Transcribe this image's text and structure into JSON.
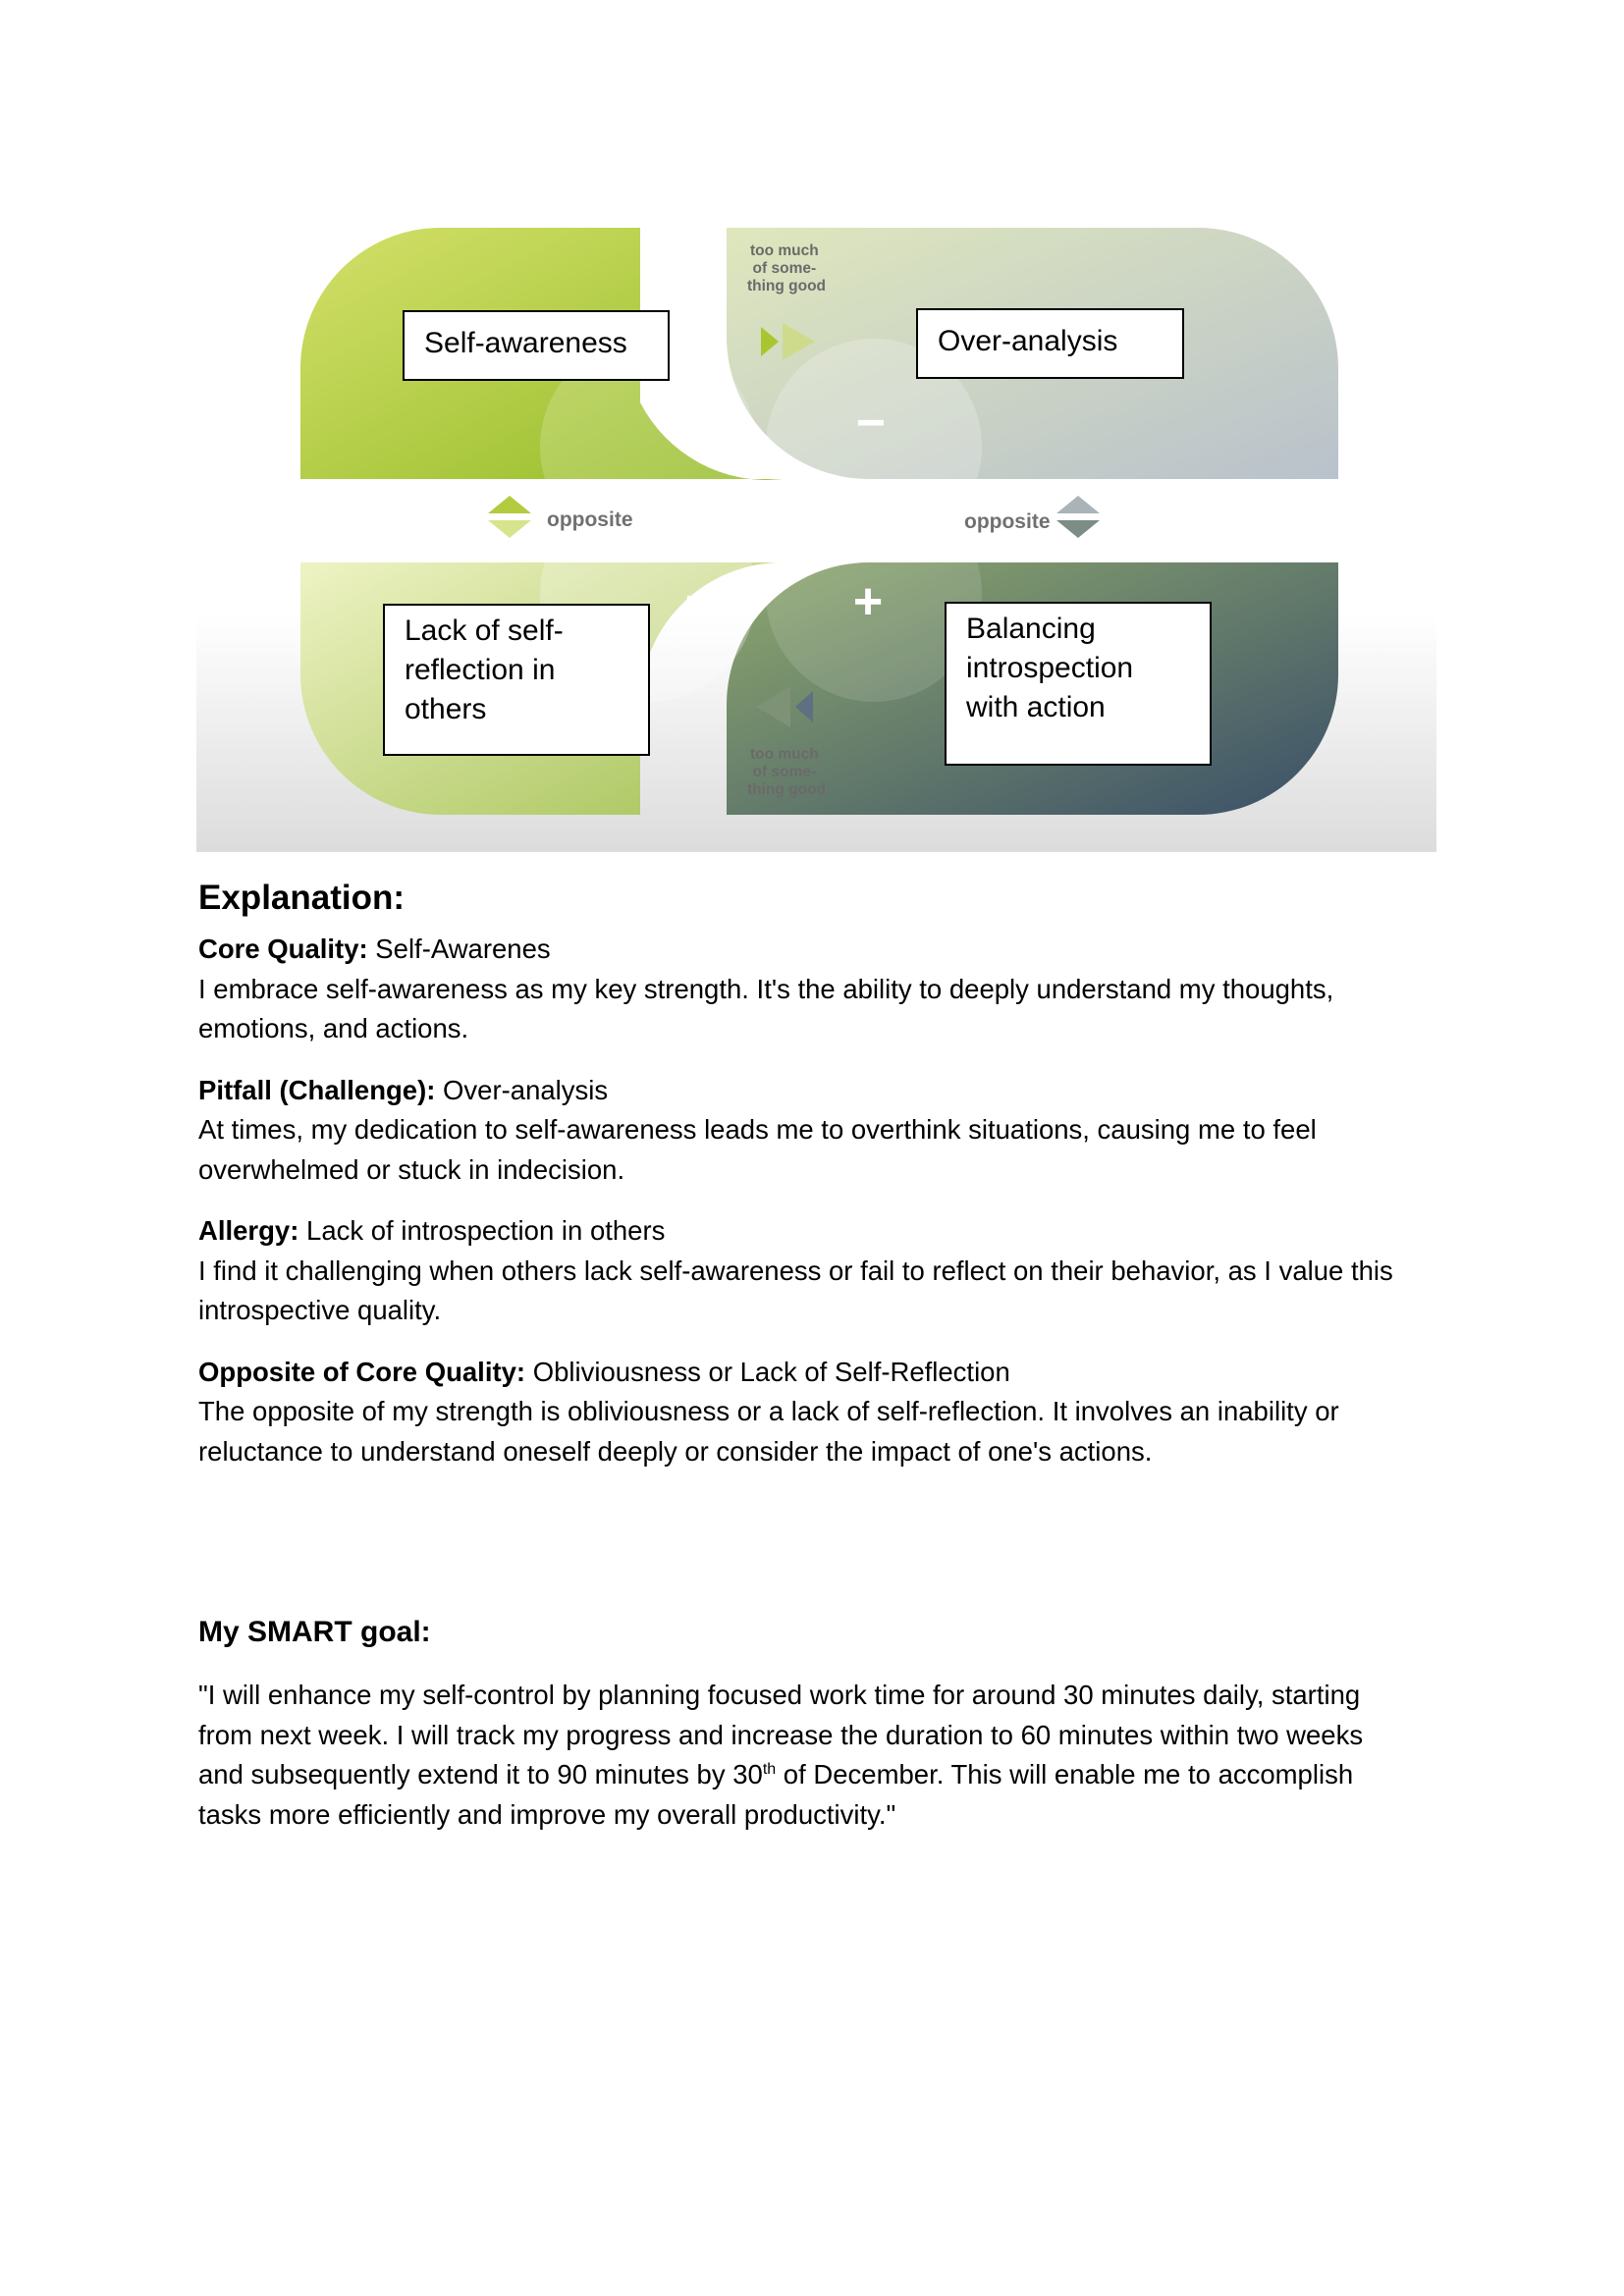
{
  "diagram": {
    "too_much_top": [
      "too much",
      "of some-",
      "thing good"
    ],
    "too_much_bottom": [
      "too much",
      "of some-",
      "thing good"
    ],
    "opposite_left": "opposite",
    "opposite_right": "opposite",
    "plus": "+",
    "minus": "−",
    "quadrants": {
      "top_left": [
        "Self-awareness"
      ],
      "top_right": [
        "Over-analysis"
      ],
      "bottom_left": [
        "Lack of self-",
        "reflection in",
        "others"
      ],
      "bottom_right": [
        "Balancing",
        "introspection",
        "with action"
      ]
    },
    "colors": {
      "top_left": "#a9c631",
      "top_right": "#c3c9cf",
      "bottom_left": "#bcd06a",
      "bottom_right": "#3f566b"
    }
  },
  "explanation": {
    "heading": "Explanation:",
    "sections": [
      {
        "label": "Core Quality:",
        "value": " Self-Awarenes",
        "lines": [
          "I embrace self-awareness as my key strength. It's the ability to deeply understand my thoughts,",
          "emotions, and actions."
        ]
      },
      {
        "label": "Pitfall (Challenge):",
        "value": " Over-analysis",
        "lines": [
          "At times, my dedication to self-awareness leads me to overthink situations, causing me to feel",
          "overwhelmed or stuck in indecision."
        ]
      },
      {
        "label": "Allergy:",
        "value": " Lack of introspection in others",
        "lines": [
          "I find it challenging when others lack self-awareness or fail to reflect on their behavior, as I value this",
          "introspective quality."
        ]
      },
      {
        "label": "Opposite of Core Quality:",
        "value": " Obliviousness or Lack of Self-Reflection",
        "lines": [
          "The opposite of my strength is obliviousness or a lack of self-reflection. It involves an inability or",
          "reluctance to understand oneself deeply or consider the impact of one's actions."
        ]
      }
    ]
  },
  "smart": {
    "heading": "My SMART goal:",
    "line1": "\"I will enhance my self-control by planning focused work time for around 30 minutes daily, starting",
    "line2": "from next week. I will track my progress and increase the duration to 60 minutes within two weeks",
    "line3_pre": "and subsequently extend it to 90 minutes by 30",
    "line3_sup": "th",
    "line3_post": " of December. This will enable me to accomplish",
    "line4": "tasks more efficiently and improve my overall productivity.\""
  }
}
